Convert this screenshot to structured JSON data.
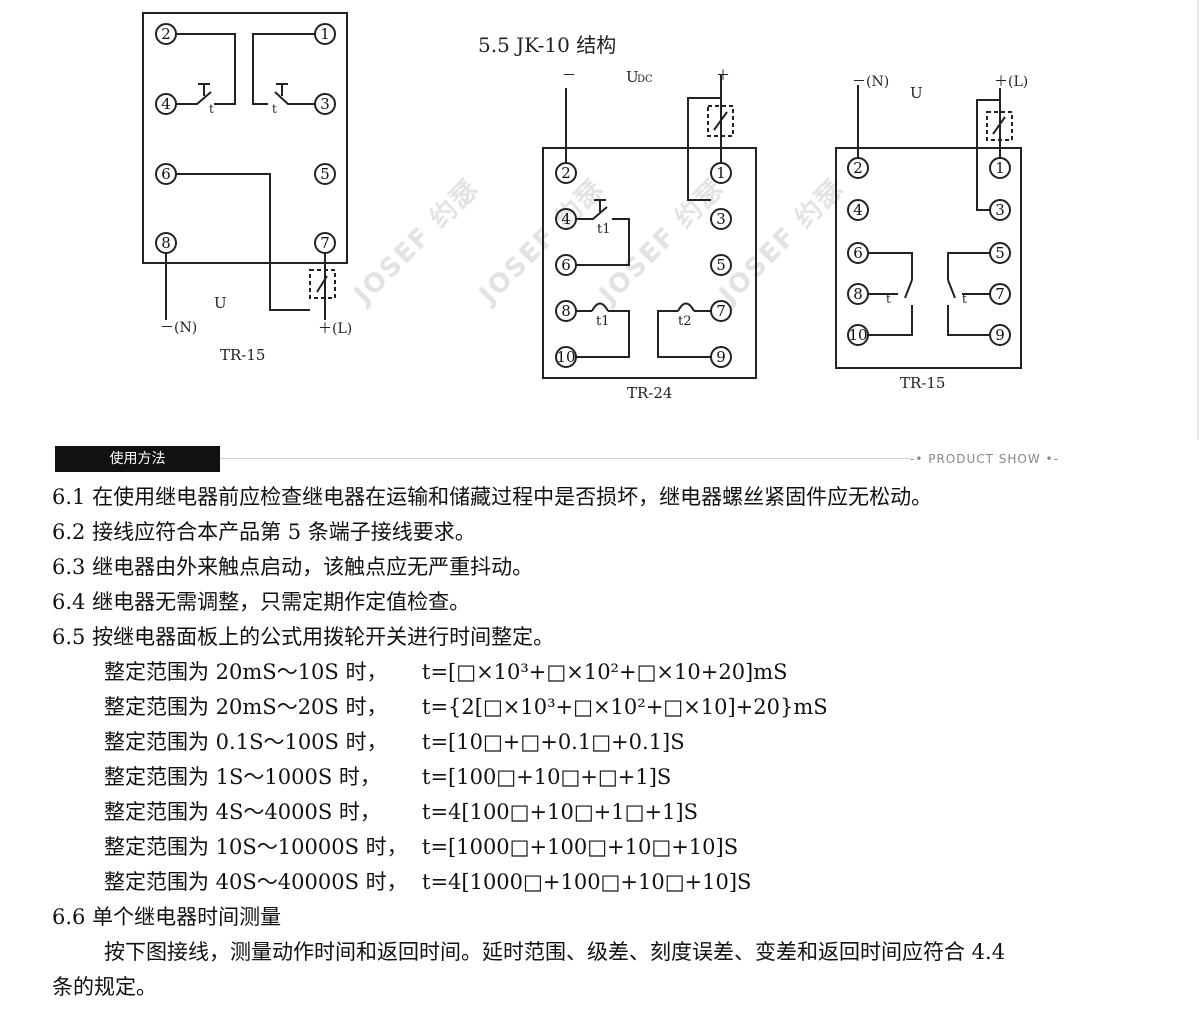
{
  "diagram_left": {
    "pins": [
      "2",
      "1",
      "4",
      "3",
      "6",
      "5",
      "8",
      "7"
    ],
    "contact_labels": [
      "t",
      "t"
    ],
    "supply_label": "U",
    "neg_label": "－(N)",
    "pos_label": "＋(L)",
    "caption": "TR-15"
  },
  "diagram_title": "5.5 JK-10 结构",
  "diagram_mid": {
    "neg": "－",
    "supply": "U",
    "supply_sub": "DC",
    "pos": "＋",
    "pins": [
      "2",
      "1",
      "4",
      "3",
      "6",
      "5",
      "8",
      "7",
      "10",
      "9"
    ],
    "contact_labels": [
      "t1",
      "t1",
      "t2"
    ],
    "caption": "TR-24"
  },
  "diagram_right": {
    "neg": "－(N)",
    "supply": "U",
    "pos": "＋(L)",
    "pins": [
      "2",
      "1",
      "4",
      "3",
      "6",
      "5",
      "8",
      "7",
      "10",
      "9"
    ],
    "contact_labels": [
      "t",
      "t"
    ],
    "caption": "TR-15"
  },
  "watermark": "JOSEF 约瑟",
  "section": {
    "title": "使用方法",
    "right_label": "-• PRODUCT SHOW •-"
  },
  "content": {
    "p61": "6.1 在使用继电器前应检查继电器在运输和储藏过程中是否损坏，继电器螺丝紧固件应无松动。",
    "p62": "6.2 接线应符合本产品第 5 条端子接线要求。",
    "p63": "6.3 继电器由外来触点启动，该触点应无严重抖动。",
    "p64": "6.4 继电器无需调整，只需定期作定值检查。",
    "p65": "6.5 按继电器面板上的公式用拨轮开关进行时间整定。",
    "ranges": [
      {
        "label": "整定范围为 20mS～10S 时，",
        "formula": "t=[□×10³+□×10²+□×10+20]mS"
      },
      {
        "label": "整定范围为 20mS～20S 时，",
        "formula": "t={2[□×10³+□×10²+□×10]+20}mS"
      },
      {
        "label": "整定范围为 0.1S～100S 时，",
        "formula": "t=[10□+□+0.1□+0.1]S"
      },
      {
        "label": "整定范围为 1S～1000S 时，",
        "formula": "t=[100□+10□+□+1]S"
      },
      {
        "label": "整定范围为 4S～4000S 时，",
        "formula": "t=4[100□+10□+1□+1]S"
      },
      {
        "label": "整定范围为 10S～10000S 时，",
        "formula": "t=[1000□+100□+10□+10]S"
      },
      {
        "label": "整定范围为 40S～40000S 时，",
        "formula": "t=4[1000□+100□+10□+10]S"
      }
    ],
    "p66": "6.6 单个继电器时间测量",
    "p66_body_1": "按下图接线，测量动作时间和返回时间。延时范围、级差、刻度误差、变差和返回时间应符合 4.4",
    "p66_body_2": "条的规定。"
  }
}
